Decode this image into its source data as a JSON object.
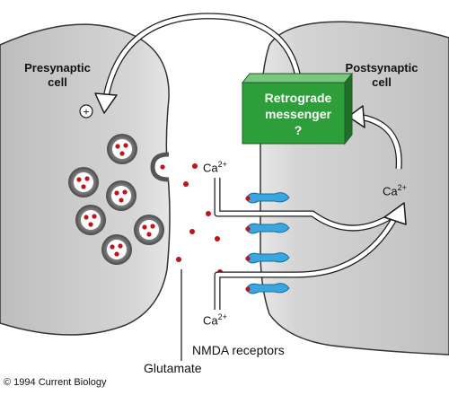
{
  "labels": {
    "presynaptic_line1": "Presynaptic",
    "presynaptic_line2": "cell",
    "postsynaptic_line1": "Postsynaptic",
    "postsynaptic_line2": "cell",
    "retrograde_line1": "Retrograde",
    "retrograde_line2": "messenger",
    "retrograde_line3": "?",
    "plus_symbol": "+",
    "ca_base": "Ca",
    "ca_charge": "2+",
    "nmda": "NMDA receptors",
    "glutamate": "Glutamate",
    "copyright": "© 1994 Current Biology"
  },
  "colors": {
    "cell_fill": "#cfcfcf",
    "cell_stroke": "#333333",
    "messenger_box": "#2e9e3a",
    "receptor": "#3aa6df",
    "glutamate_dot": "#c0141a"
  }
}
